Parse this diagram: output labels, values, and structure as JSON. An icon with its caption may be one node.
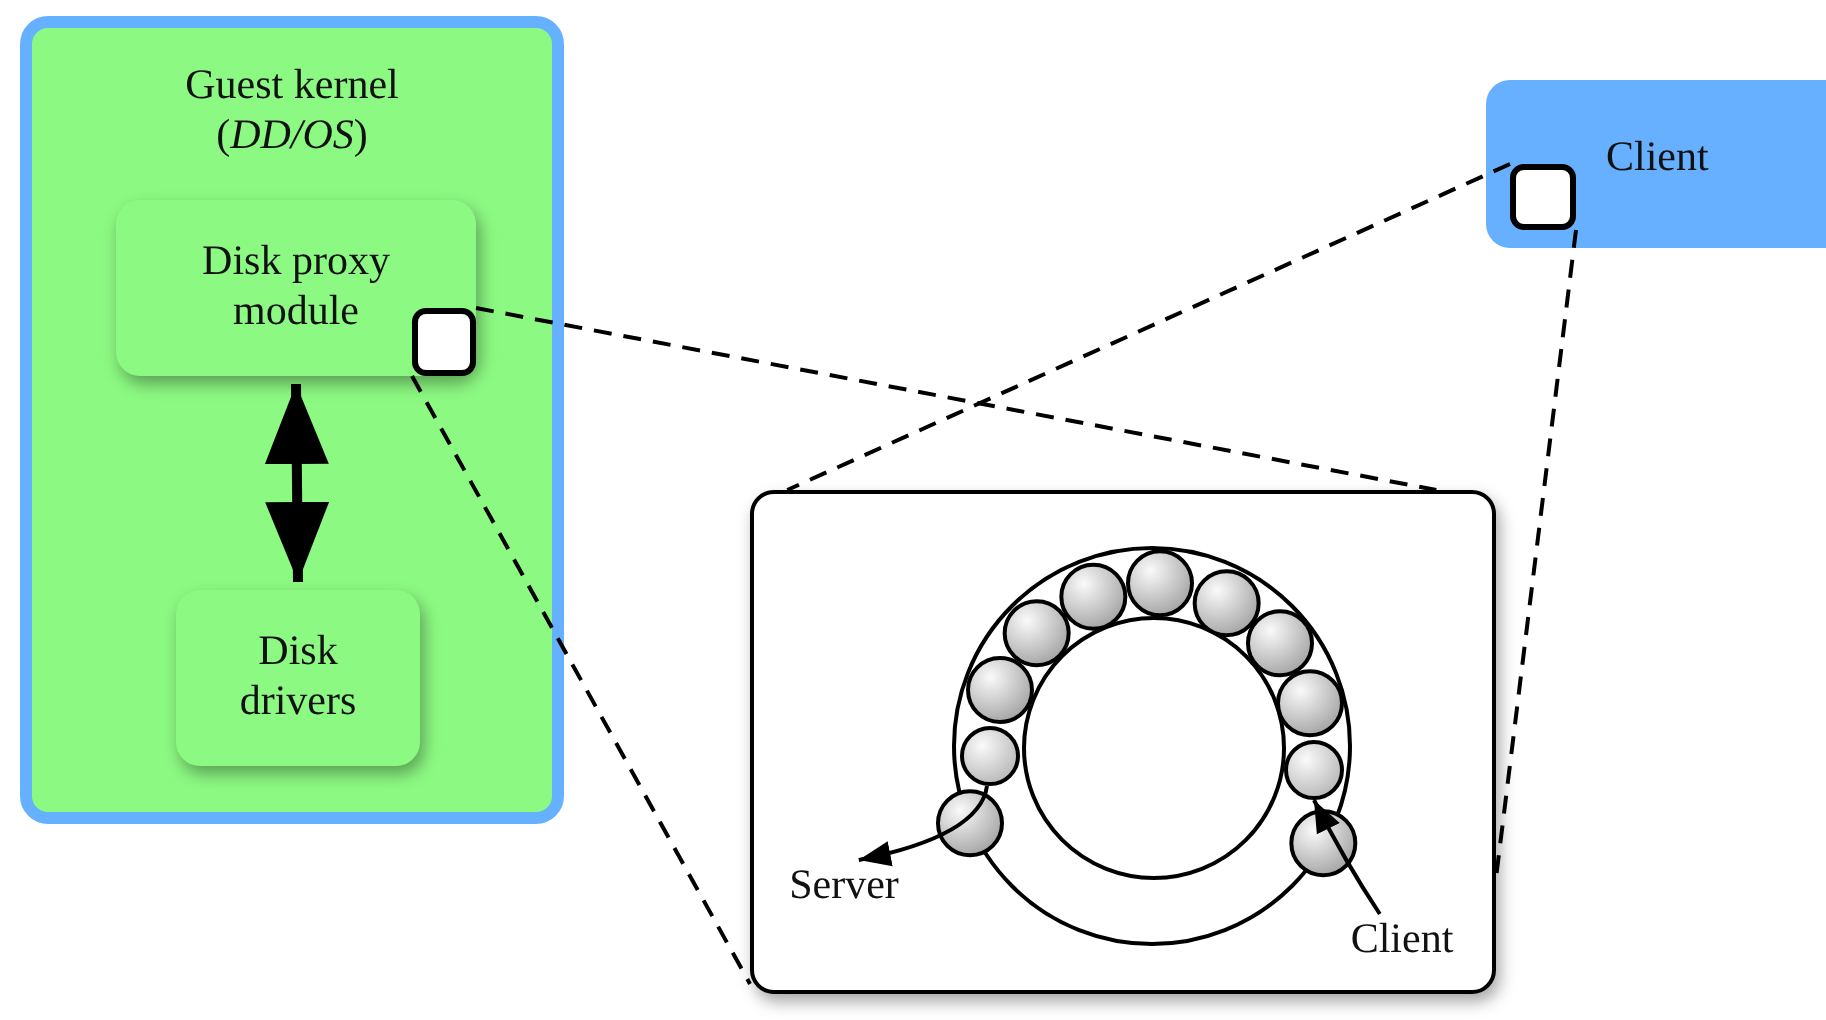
{
  "diagram": {
    "nodes": [
      {
        "text": [
          "Guest kernel (*DD/OS*)"
        ]
      },
      {
        "text": [
          "Disk proxy module"
        ],
        "in": 0
      },
      {
        "text": [],
        "shape": "box",
        "in": 1
      },
      {
        "text": [
          "Disk drivers"
        ],
        "in": 0
      },
      {
        "text": [
          "Client"
        ]
      },
      {
        "text": [],
        "shape": "box",
        "in": 4
      },
      {
        "text": [],
        "shape": "box"
      },
      {
        "text": [],
        "shape": "circle",
        "in": 6
      },
      {
        "text": [
          "Server"
        ],
        "in": 6
      },
      {
        "text": [],
        "shape": "circle",
        "in": 6
      },
      {
        "text": [
          "Client"
        ],
        "in": 6
      }
    ],
    "edges": [
      {
        "from": 1,
        "to": 3,
        "arrow": "both",
        "style": "thick"
      },
      {
        "from": 2,
        "to": 6,
        "arrow": "none",
        "style": "dashed"
      },
      {
        "from": 2,
        "to": 6,
        "arrow": "none",
        "style": "dashed"
      },
      {
        "from": 5,
        "to": 6,
        "arrow": "none",
        "style": "dashed"
      },
      {
        "from": 5,
        "to": 6,
        "arrow": "none",
        "style": "dashed"
      },
      {
        "from": 7,
        "to": 8,
        "arrow": "to"
      },
      {
        "from": 10,
        "to": 9,
        "arrow": "to"
      }
    ]
  }
}
